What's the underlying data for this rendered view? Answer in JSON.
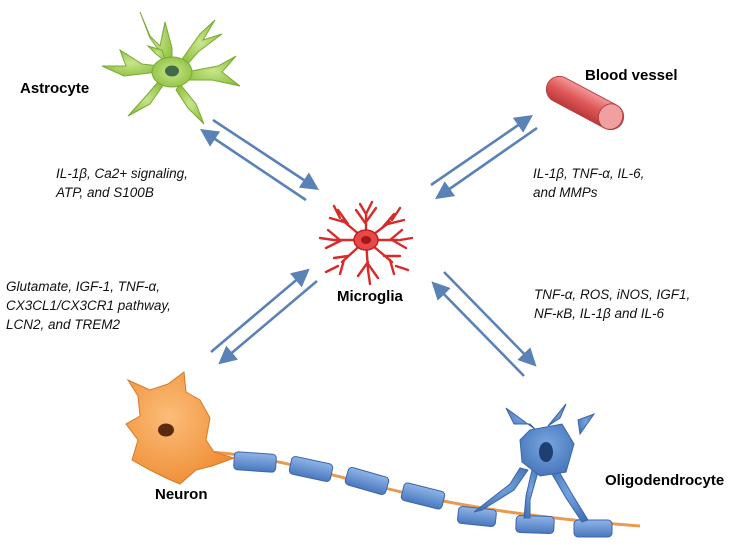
{
  "nodes": {
    "astrocyte": "Astrocyte",
    "blood_vessel": "Blood vessel",
    "microglia": "Microglia",
    "neuron": "Neuron",
    "oligodendrocyte": "Oligodendrocyte"
  },
  "interactions": {
    "astrocyte": [
      "IL-1β, Ca2+ signaling,",
      "ATP, and S100B"
    ],
    "blood_vessel": [
      "IL-1β, TNF-α, IL-6,",
      "and MMPs"
    ],
    "neuron": [
      "Glutamate, IGF-1, TNF-α,",
      "CX3CL1/CX3CR1 pathway,",
      "LCN2, and TREM2"
    ],
    "oligodendrocyte": [
      "TNF-α, ROS, iNOS, IGF1,",
      "NF-κB, IL-1β and IL-6"
    ]
  },
  "colors": {
    "astrocyte": "#9ccc4a",
    "microglia": "#e03a3a",
    "neuron": "#f39a40",
    "oligodendrocyte": "#4f82c9",
    "blood_vessel": "#e06060",
    "arrow": "#5b82b6",
    "axon": "#e89a50"
  }
}
